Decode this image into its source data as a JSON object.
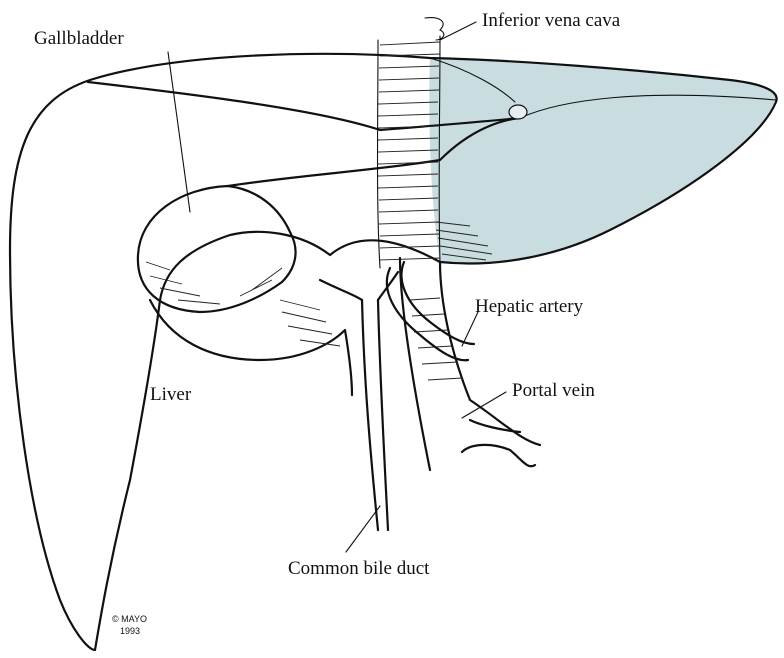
{
  "labels": {
    "ivc": "Inferior vena cava",
    "gallbladder": "Gallbladder",
    "hepatic_artery": "Hepatic artery",
    "liver": "Liver",
    "portal_vein": "Portal vein",
    "common_bile_duct": "Common bile duct"
  },
  "copyright": {
    "line1": "© MAYO",
    "line2": "1993"
  },
  "colors": {
    "left_lobe_fill": "#c9dde1",
    "outline": "#111111",
    "background": "#ffffff"
  }
}
